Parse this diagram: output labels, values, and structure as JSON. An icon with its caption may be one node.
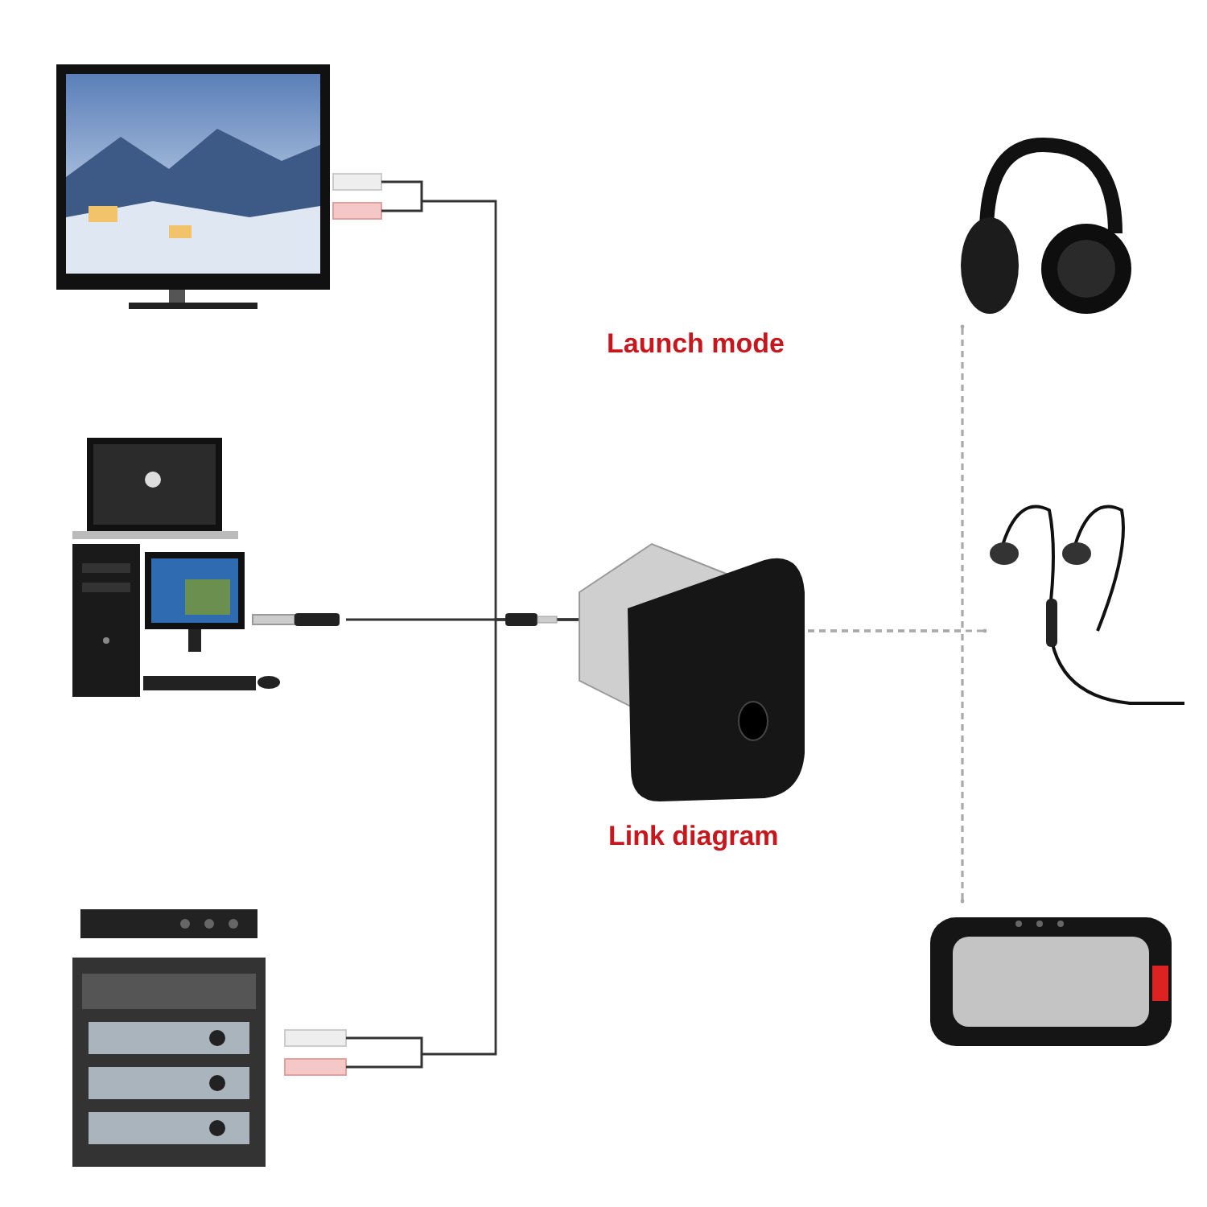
{
  "diagram": {
    "nodes": [
      {
        "text": [],
        "shape": "picture"
      },
      {
        "text": [],
        "shape": "picture"
      },
      {
        "text": [],
        "shape": "picture"
      },
      {
        "text": [],
        "shape": "picture"
      },
      {
        "text": [],
        "shape": "picture"
      },
      {
        "text": [],
        "shape": "picture"
      },
      {
        "text": [],
        "shape": "picture"
      }
    ],
    "edges": [
      {
        "from": 0,
        "to": 3,
        "arrow": "none"
      },
      {
        "from": 1,
        "to": 3,
        "arrow": "none"
      },
      {
        "from": 2,
        "to": 3,
        "arrow": "none"
      },
      {
        "from": 3,
        "to": 4,
        "arrow": "other",
        "style": "dashed",
        "color": "#aaaaaa"
      },
      {
        "from": 3,
        "to": 5,
        "arrow": "other",
        "style": "dashed",
        "color": "#aaaaaa"
      },
      {
        "from": 3,
        "to": 6,
        "arrow": "other",
        "style": "dashed",
        "color": "#aaaaaa"
      }
    ],
    "labels": [
      "Launch mode",
      "Link diagram"
    ]
  }
}
